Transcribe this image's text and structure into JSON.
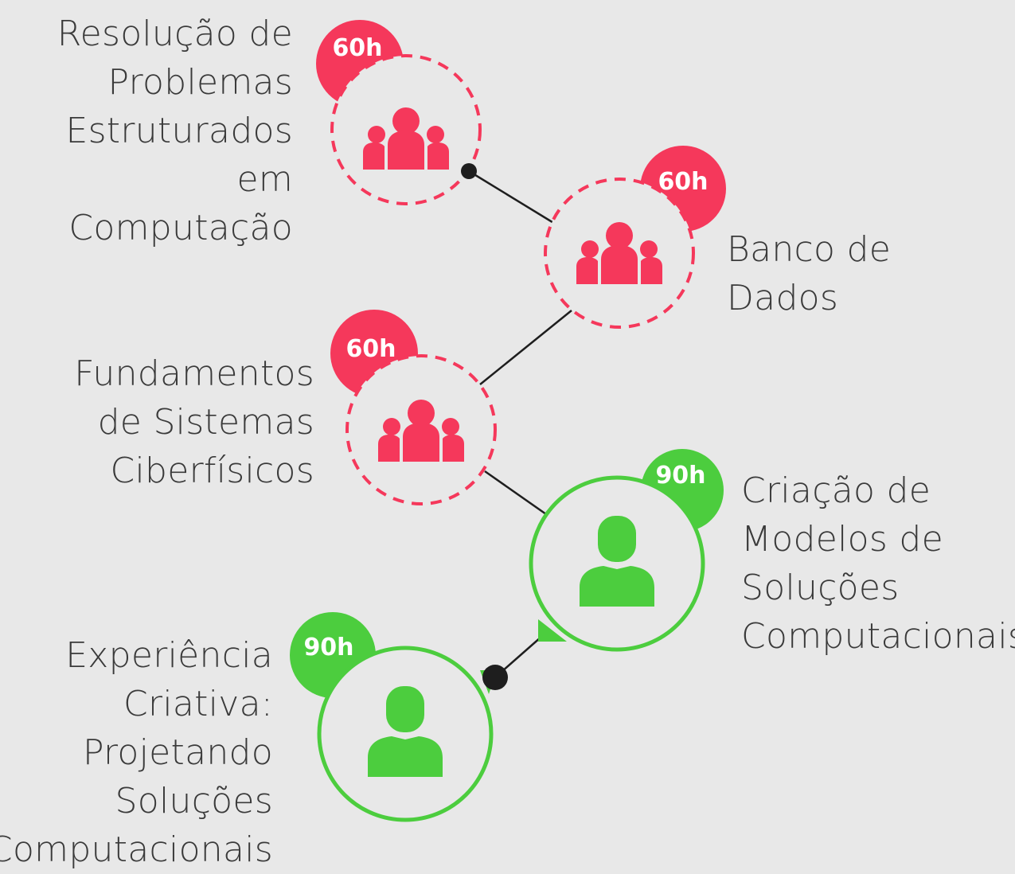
{
  "colors": {
    "background": "#e8e8e8",
    "red": "#f5385b",
    "green": "#4ccd3e",
    "connector": "#1e1e1e",
    "text": "#3a3a3a"
  },
  "courses": [
    {
      "title": "Resolução de\nProblemas\nEstruturados em\nComputação",
      "hours": "60h",
      "icon": "group-icon",
      "color": "red"
    },
    {
      "title": "Banco de\nDados",
      "hours": "60h",
      "icon": "group-icon",
      "color": "red"
    },
    {
      "title": "Fundamentos\nde Sistemas\nCiberfísicos",
      "hours": "60h",
      "icon": "group-icon",
      "color": "red"
    },
    {
      "title": "Criação de\nModelos de\nSoluções\nComputacionais",
      "hours": "90h",
      "icon": "person-icon",
      "color": "green"
    },
    {
      "title": "Experiência\nCriativa:\nProjetando\nSoluções\nComputacionais",
      "hours": "90h",
      "icon": "person-icon",
      "color": "green"
    }
  ]
}
